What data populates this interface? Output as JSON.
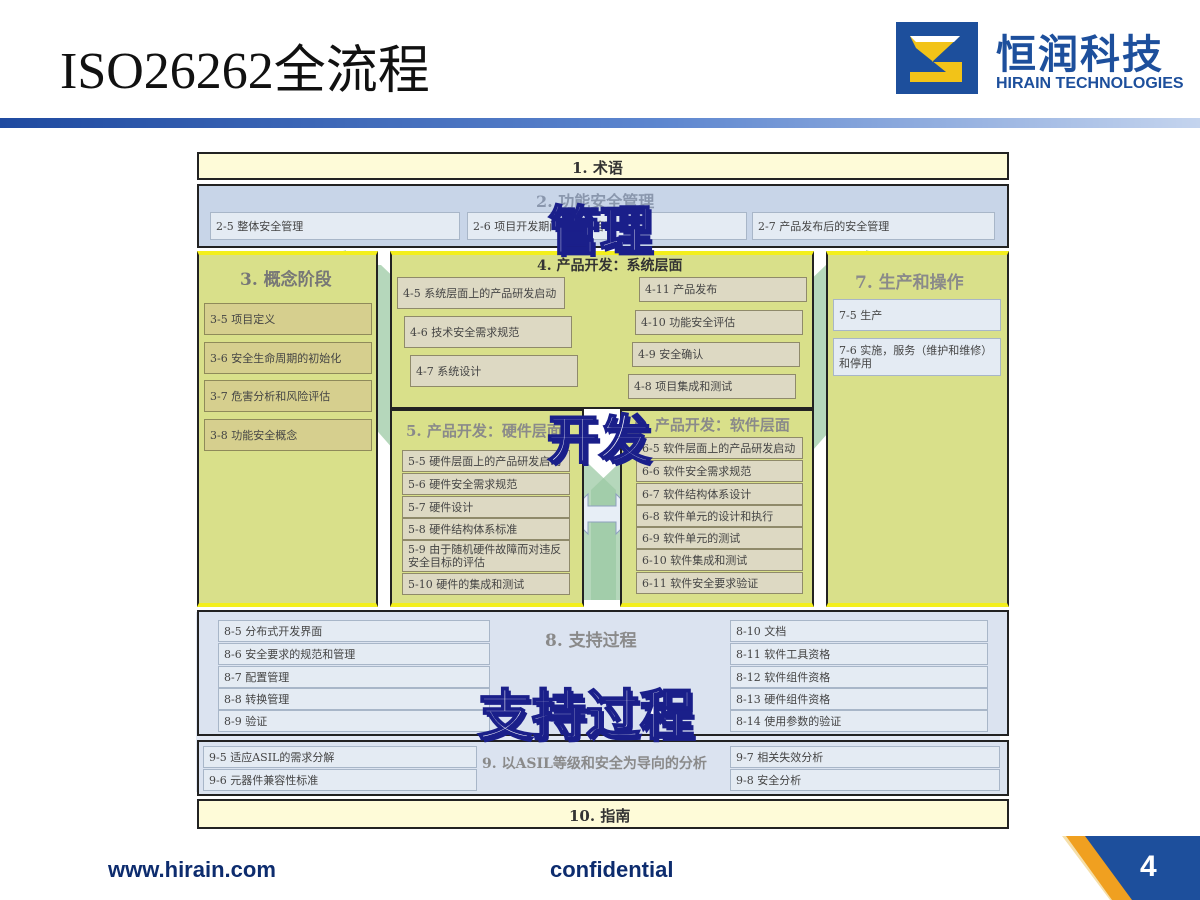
{
  "slide": {
    "title": "ISO26262全流程",
    "logo_cn": "恒润科技",
    "logo_en": "HIRAIN TECHNOLOGIES",
    "footer_url": "www.hirain.com",
    "footer_label": "confidential",
    "page_number": "4",
    "colors": {
      "brand_blue": "#1d4f9c",
      "section_yellow": "#d8e08c",
      "accent_orange": "#f0a020"
    }
  },
  "overlays": {
    "management": "管理",
    "development": "开发",
    "support": "支持过程"
  },
  "sections": {
    "s1": {
      "title": "1. 术语"
    },
    "s2": {
      "title": "2. 功能安全管理",
      "items": [
        "2-5 整体安全管理",
        "2-6 项目开发期间的安全管理",
        "2-7 产品发布后的安全管理"
      ]
    },
    "s3": {
      "title": "3. 概念阶段",
      "items": [
        "3-5 项目定义",
        "3-6 安全生命周期的初始化",
        "3-7 危害分析和风险评估",
        "3-8 功能安全概念"
      ]
    },
    "s4": {
      "title": "4. 产品开发：系统层面",
      "left_items": [
        "4-5 系统层面上的产品研发启动",
        "4-6 技术安全需求规范",
        "4-7 系统设计"
      ],
      "right_items": [
        "4-11 产品发布",
        "4-10 功能安全评估",
        "4-9 安全确认",
        "4-8 项目集成和测试"
      ]
    },
    "s5": {
      "title": "5. 产品开发：硬件层面",
      "items": [
        "5-5 硬件层面上的产品研发启动",
        "5-6 硬件安全需求规范",
        "5-7 硬件设计",
        "5-8 硬件结构体系标准",
        "5-9 由于随机硬件故障而对违反安全目标的评估",
        "5-10 硬件的集成和测试"
      ]
    },
    "s6": {
      "title": "6. 产品开发：软件层面",
      "items": [
        "6-5 软件层面上的产品研发启动",
        "6-6 软件安全需求规范",
        "6-7 软件结构体系设计",
        "6-8 软件单元的设计和执行",
        "6-9 软件单元的测试",
        "6-10 软件集成和测试",
        "6-11 软件安全要求验证"
      ]
    },
    "s7": {
      "title": "7. 生产和操作",
      "items": [
        "7-5 生产",
        "7-6 实施，服务（维护和维修）和停用"
      ]
    },
    "s8": {
      "title": "8. 支持过程",
      "left_items": [
        "8-5 分布式开发界面",
        "8-6 安全要求的规范和管理",
        "8-7 配置管理",
        "8-8 转换管理",
        "8-9 验证"
      ],
      "right_items": [
        "8-10 文档",
        "8-11 软件工具资格",
        "8-12 软件组件资格",
        "8-13 硬件组件资格",
        "8-14 使用参数的验证"
      ]
    },
    "s9": {
      "title": "9. 以ASIL等级和安全为导向的分析",
      "left_items": [
        "9-5 适应ASIL的需求分解",
        "9-6 元器件兼容性标准"
      ],
      "right_items": [
        "9-7 相关失效分析",
        "9-8 安全分析"
      ]
    },
    "s10": {
      "title": "10. 指南"
    }
  }
}
